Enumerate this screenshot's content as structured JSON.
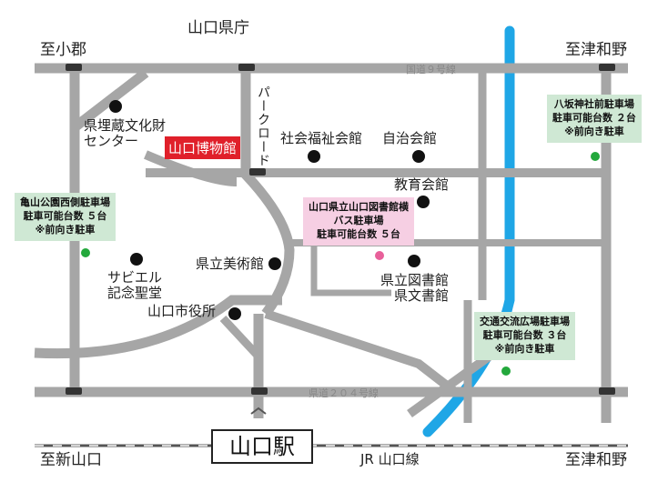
{
  "title_labels": {
    "prefectural_office": "山口県庁",
    "museum": "山口博物館",
    "station": "山口駅"
  },
  "directions": {
    "to_ogori_top": "至小郡",
    "to_tsuwano_top": "至津和野",
    "to_shinyamaguchi": "至新山口",
    "to_tsuwano_bottom": "至津和野"
  },
  "roads": {
    "route9": "国道９号線",
    "route204": "県道２０４号線",
    "park_road": "パークロード",
    "jr_line": "JR 山口線"
  },
  "places": {
    "archaeology_center": "県埋蔵文化財\nセンター",
    "welfare_hall": "社会福祉会館",
    "jichi_hall": "自治会館",
    "education_hall": "教育会館",
    "xavier": "サビエル\n記念聖堂",
    "art_museum": "県立美術館",
    "library": "県立図書館\n県文書館",
    "city_hall": "山口市役所"
  },
  "parking": {
    "yasaka": "八坂神社前駐車場\n駐車可能台数 ２台\n※前向き駐車",
    "kameyama": "亀山公園西側駐車場\n駐車可能台数 ５台\n※前向き駐車",
    "library_bus": "山口県立山口図書館横\nバス駐車場\n駐車可能台数 ５台",
    "koryu": "交通交流広場駐車場\n駐車可能台数 ３台\n※前向き駐車"
  },
  "colors": {
    "road": "#a6a6a6",
    "river": "#1fa6e6",
    "museum_bg": "#e0202a",
    "parking_box": "#cfe8d4",
    "bus_box": "#f6cfe3",
    "parking_dot": "#23a83c",
    "bus_dot": "#e8609a"
  }
}
